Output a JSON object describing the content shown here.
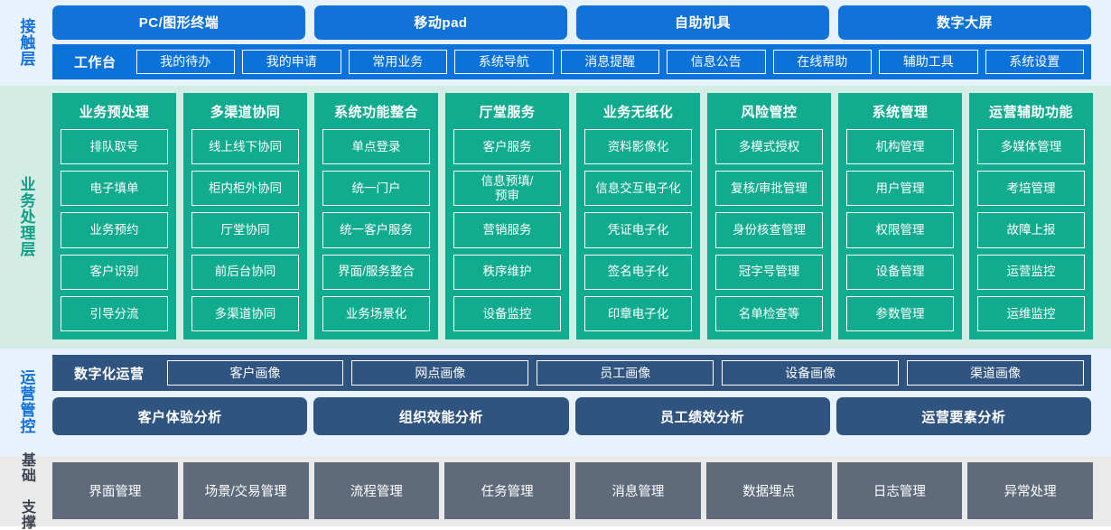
{
  "layers": {
    "contact": {
      "label": "接触层",
      "accent": "#1271d8",
      "channels": [
        "PC/图形终端",
        "移动pad",
        "自助机具",
        "数字大屏"
      ],
      "workbench_title": "工作台",
      "workbench_items": [
        "我的待办",
        "我的申请",
        "常用业务",
        "系统导航",
        "消息提醒",
        "信息公告",
        "在线帮助",
        "辅助工具",
        "系统设置"
      ]
    },
    "business": {
      "label": "业务处理层",
      "accent": "#0f9e86",
      "columns": [
        {
          "title": "业务预处理",
          "items": [
            "排队取号",
            "电子填单",
            "业务预约",
            "客户识别",
            "引导分流"
          ]
        },
        {
          "title": "多渠道协同",
          "items": [
            "线上线下协同",
            "柜内柜外协同",
            "厅堂协同",
            "前后台协同",
            "多渠道协同"
          ]
        },
        {
          "title": "系统功能整合",
          "items": [
            "单点登录",
            "统一门户",
            "统一客户服务",
            "界面/服务整合",
            "业务场景化"
          ]
        },
        {
          "title": "厅堂服务",
          "items": [
            "客户服务",
            "信息预填/\n预审",
            "营销服务",
            "秩序维护",
            "设备监控"
          ]
        },
        {
          "title": "业务无纸化",
          "items": [
            "资料影像化",
            "信息交互电子化",
            "凭证电子化",
            "签名电子化",
            "印章电子化"
          ]
        },
        {
          "title": "风险管控",
          "items": [
            "多模式授权",
            "复核/审批管理",
            "身份核查管理",
            "冠字号管理",
            "名单检查等"
          ]
        },
        {
          "title": "系统管理",
          "items": [
            "机构管理",
            "用户管理",
            "权限管理",
            "设备管理",
            "参数管理"
          ]
        },
        {
          "title": "运营辅助功能",
          "items": [
            "多媒体管理",
            "考培管理",
            "故障上报",
            "运营监控",
            "运维监控"
          ]
        }
      ]
    },
    "operations": {
      "label": "运营管控",
      "accent": "#1271d8",
      "portrait_title": "数字化运营",
      "portrait_items": [
        "客户画像",
        "网点画像",
        "员工画像",
        "设备画像",
        "渠道画像"
      ],
      "analysis_items": [
        "客户体验分析",
        "组织效能分析",
        "员工绩效分析",
        "运营要素分析"
      ]
    },
    "base": {
      "label": "基础\n支撑",
      "accent": "#3b4350",
      "items": [
        "界面管理",
        "场景/交易管理",
        "流程管理",
        "任务管理",
        "消息管理",
        "数据埋点",
        "日志管理",
        "异常处理"
      ]
    }
  }
}
